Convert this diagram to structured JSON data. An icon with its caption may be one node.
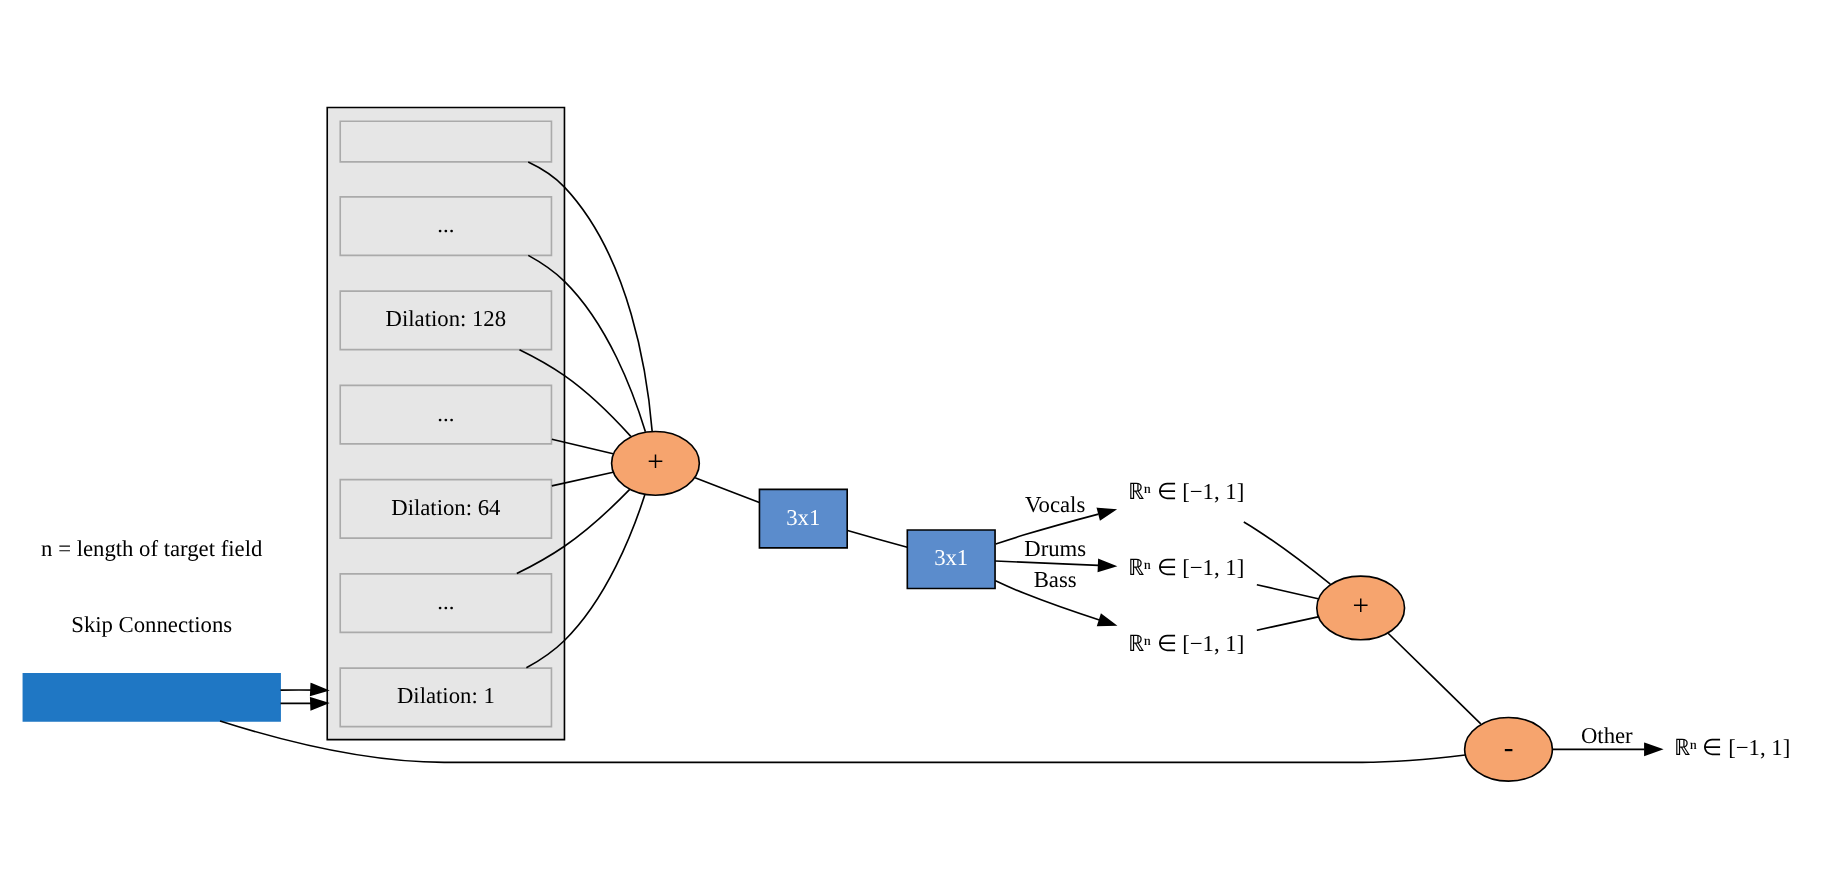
{
  "diagram": {
    "nodes": [
      {
        "text": [],
        "shape": "triangle"
      },
      {
        "text": [],
        "shape": "band",
        "in": 0
      },
      {
        "text": [
          "..."
        ],
        "in": 0
      },
      {
        "text": [
          "Dilation: 128"
        ],
        "in": 0
      },
      {
        "text": [
          "..."
        ],
        "in": 0
      },
      {
        "text": [
          "Dilation: 64"
        ],
        "in": 0
      },
      {
        "text": [
          "..."
        ],
        "in": 0
      },
      {
        "text": [
          "Dilation: 1"
        ],
        "in": 0
      },
      {
        "text": [
          "+"
        ]
      },
      {
        "text": [
          "3x1"
        ]
      },
      {
        "text": [
          "3x1"
        ]
      },
      {
        "text": [
          "ℝⁿ ∈ [−1, 1]"
        ]
      },
      {
        "text": [
          "ℝⁿ ∈ [−1, 1]"
        ]
      },
      {
        "text": [
          "ℝⁿ ∈ [−1, 1]"
        ]
      },
      {
        "text": [
          "+"
        ]
      },
      {
        "text": [
          "-"
        ]
      },
      {
        "text": [
          "ℝⁿ ∈ [−1, 1]"
        ]
      },
      {
        "text": [],
        "shape": "box"
      }
    ],
    "edges": [
      {
        "from": 1,
        "to": 8,
        "arrow": "none"
      },
      {
        "from": 2,
        "to": 8,
        "arrow": "none"
      },
      {
        "from": 3,
        "to": 8,
        "arrow": "none"
      },
      {
        "from": 4,
        "to": 8,
        "arrow": "none"
      },
      {
        "from": 5,
        "to": 8,
        "arrow": "none"
      },
      {
        "from": 6,
        "to": 8,
        "arrow": "none"
      },
      {
        "from": 7,
        "to": 8,
        "arrow": "none"
      },
      {
        "from": 8,
        "to": 9,
        "arrow": "none"
      },
      {
        "from": 9,
        "to": 10,
        "arrow": "none"
      },
      {
        "from": 10,
        "to": 11,
        "arrow": "to",
        "label": "Vocals"
      },
      {
        "from": 10,
        "to": 12,
        "arrow": "to",
        "label": "Drums"
      },
      {
        "from": 10,
        "to": 13,
        "arrow": "to",
        "label": "Bass"
      },
      {
        "from": 11,
        "to": 14,
        "arrow": "none"
      },
      {
        "from": 12,
        "to": 14,
        "arrow": "none"
      },
      {
        "from": 13,
        "to": 14,
        "arrow": "none"
      },
      {
        "from": 14,
        "to": 15,
        "arrow": "none"
      },
      {
        "from": 17,
        "to": 15,
        "arrow": "none"
      },
      {
        "from": 15,
        "to": 16,
        "arrow": "to",
        "label": "Other"
      },
      {
        "from": 17,
        "to": 0,
        "arrow": "to"
      },
      {
        "from": 17,
        "to": 0,
        "arrow": "to"
      }
    ],
    "labels": [
      "Skip Connections",
      "n = length of target field"
    ]
  }
}
